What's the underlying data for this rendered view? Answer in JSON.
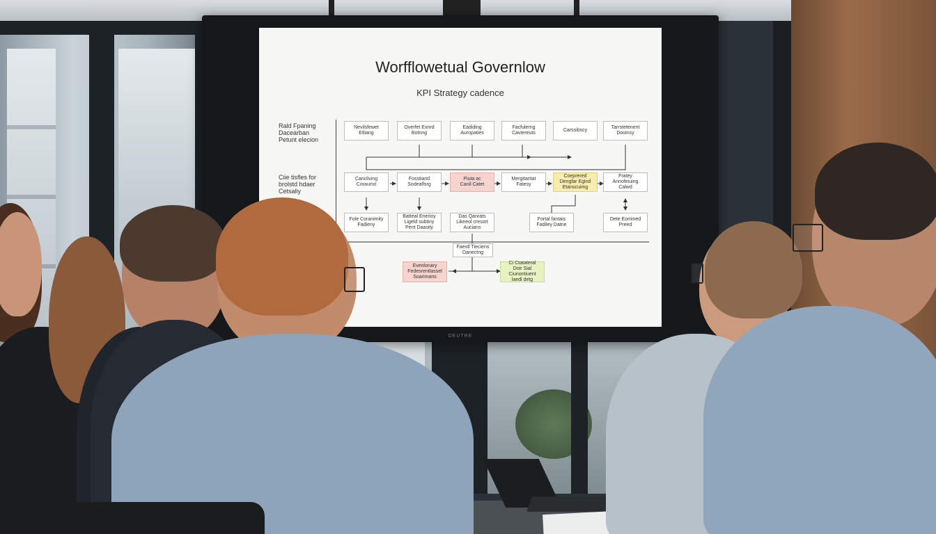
{
  "slide": {
    "title": "Worfflowetual Governlow",
    "subtitle": "KPI Strategy cadence",
    "row_labels": [
      "Rald Fpaning\nDacearban\nPetunt elecion",
      "Ciie tisfles for\nbrolstd hdaer\nCetsaliy"
    ],
    "top_row": [
      "Nevilsfewet\nEtliang",
      "Overfet Exnrd\nBotnng",
      "Eadiding\nAuropaties",
      "Facfulerng\nCavtereuts",
      "Carssibscy",
      "Tarrstetenent\nDooinsy"
    ],
    "mid_row": [
      "Cancliving\nCoraunst",
      "Fosstiand\nSodeaflsrg",
      "Piuta ac\nCanil Catet",
      "Mergitaritat\nFatesy",
      "Coeprered\nDengfar Egind\nEtanscuimg",
      "Fratey\nAnnofeiuing\nCalwd"
    ],
    "low_row": [
      "Fole Coranimity\nFadieny",
      "Batteal Enerioy\nLigeld subtiny\nPent Daasity",
      "Das Qanrats\nLikeeol cresort\nAucians",
      "Fortal fantais\nFadiley Datne",
      "Dete Eomined\nPreed"
    ],
    "bottom_center": "Faestl Tieciens\nDanectng",
    "bottom_left": "Evenlonary\nFedesrentlassel\nSoarimans",
    "bottom_right": "Ci Ctatateral\nDoir Sial\nCiunontiuent\nlaedl detg"
  },
  "tv": {
    "brand": "DEUTRE"
  },
  "colors": {
    "pink_node": "#f6d3cc",
    "yellow_node": "#f6ecb0",
    "green_node": "#e6f2c2"
  }
}
